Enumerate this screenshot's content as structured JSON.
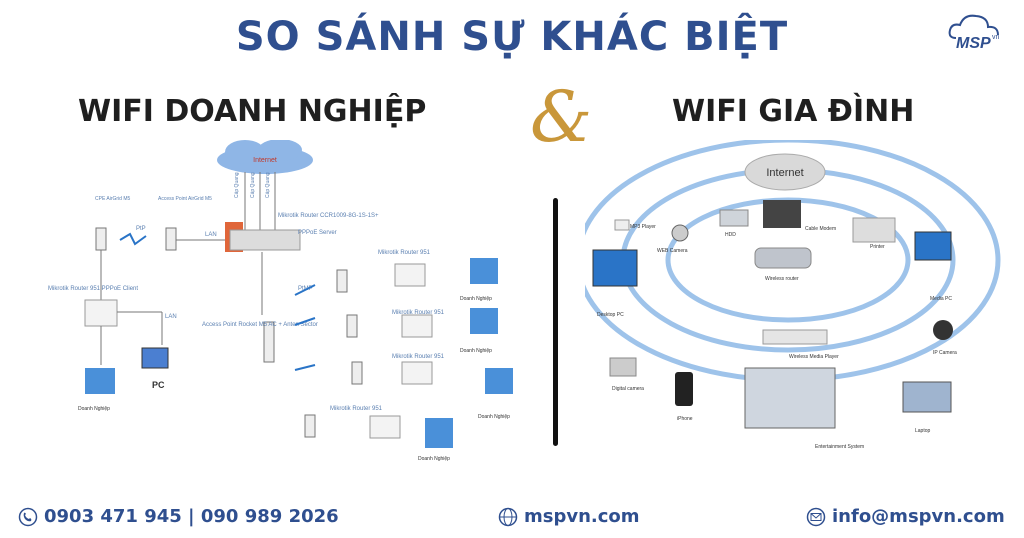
{
  "header": {
    "title": "SO SÁNH SỰ KHÁC BIỆT",
    "left_heading": "WIFI DOANH NGHIỆP",
    "ampersand": "&",
    "right_heading": "WIFI GIA ĐÌNH",
    "logo_text": "MSP",
    "logo_sup": "vn"
  },
  "enterprise": {
    "internet": "Internet",
    "cap_quang": "Cáp Quang",
    "core_router": "Mikrotik Router CCR1009-8G-1S-1S+",
    "core_router_sub": "PPPoE Server",
    "cpe_left": "CPE\nAirGrid M5",
    "access_point_top": "Access Point\nAirGrid M5",
    "ptp": "PtP",
    "lan": "LAN",
    "router_left": "Mikrotik Router 951\nPPPoE Client",
    "pc": "PC",
    "doanh_nghiep": "Doanh Nghiệp",
    "access_point_mid": "Access Point\nRocket M5 AC\n+ Anten Sector",
    "ptmp": "PtMP",
    "cpe": "CPE\nAirGrid M5",
    "router_951": "Mikrotik Router 951",
    "pppoe_client": "PPPoE Client"
  },
  "home": {
    "internet": "Internet",
    "hdd": "HDD",
    "cable_modem": "Cable Modem",
    "printer": "Printer",
    "mp3_player": "MP3 Player",
    "web_camera": "WEB Camera",
    "wireless_router": "Wireless router",
    "desktop_pc": "Desktop PC",
    "media_pc": "Media PC",
    "ip_camera": "IP Camera",
    "wireless_media_player": "Wireless Media Player",
    "digital_camera": "Digital camera",
    "iphone": "iPhone",
    "entertainment_system": "Entertainment System",
    "laptop": "Laptop"
  },
  "footer": {
    "phone": "0903 471 945  | 090 989 2026",
    "website": "mspvn.com",
    "email": "info@mspvn.com"
  },
  "colors": {
    "title_blue": "#2f4f8f",
    "ampersand_gold": "#c9973a",
    "diagram_label_blue": "#5a7fb0"
  }
}
